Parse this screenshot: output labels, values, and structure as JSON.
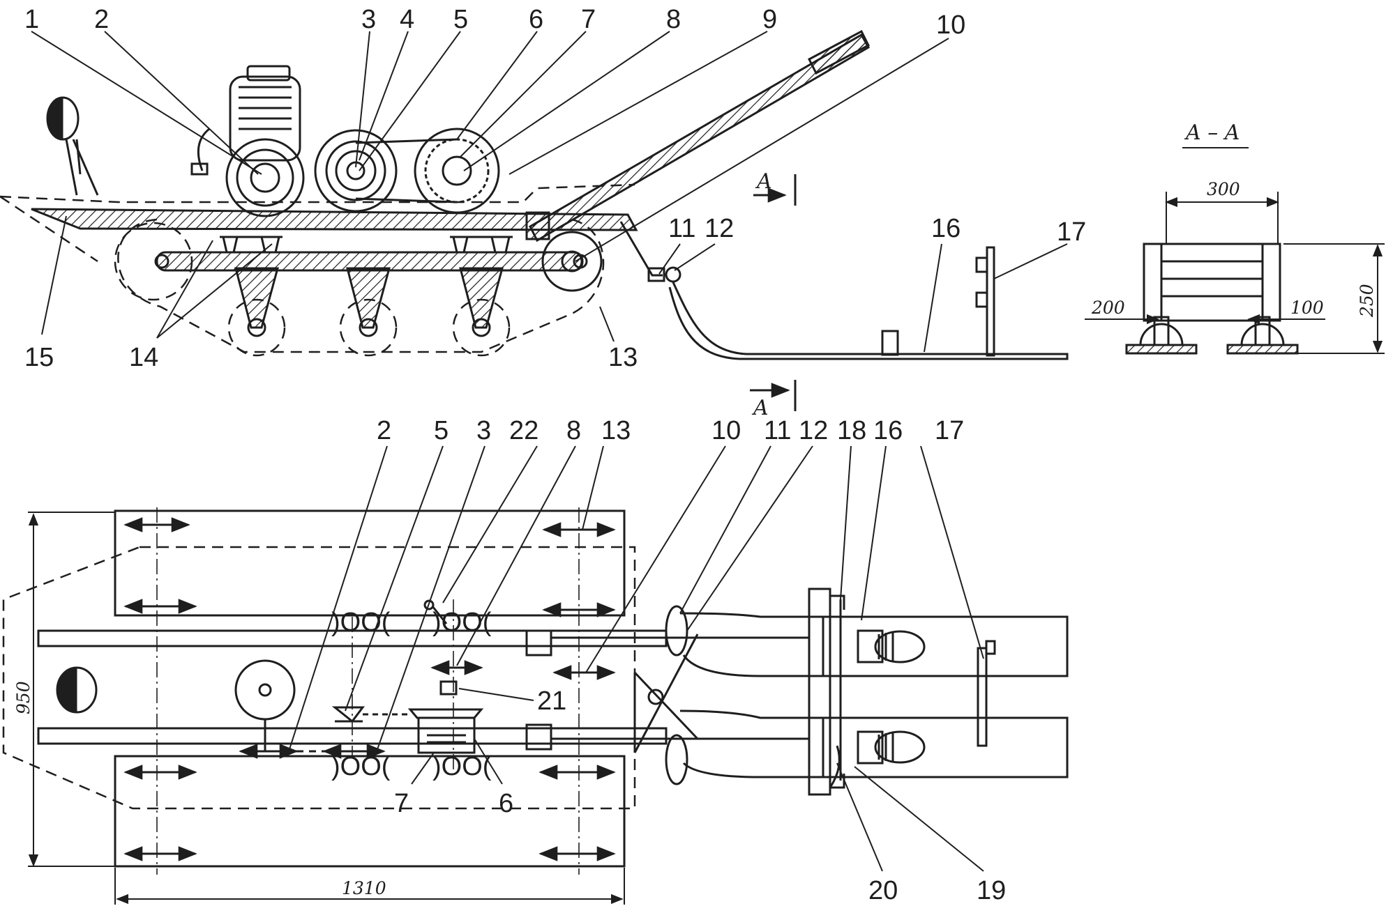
{
  "side_view": {
    "callouts": [
      "1",
      "2",
      "3",
      "4",
      "5",
      "6",
      "7",
      "8",
      "9",
      "10",
      "11",
      "12",
      "13",
      "14",
      "15",
      "16",
      "17"
    ]
  },
  "plan_view": {
    "callouts": [
      "2",
      "5",
      "3",
      "22",
      "8",
      "13",
      "10",
      "11",
      "12",
      "18",
      "16",
      "17",
      "21",
      "7",
      "6",
      "20",
      "19"
    ]
  },
  "section": {
    "marker_top": "A",
    "marker_bottom": "A",
    "title": "A – A",
    "dims": {
      "width": "300",
      "height": "250",
      "left_offset": "200",
      "right_offset": "100"
    }
  },
  "plan_dims": {
    "overall_width": "950",
    "track_length": "1310"
  }
}
